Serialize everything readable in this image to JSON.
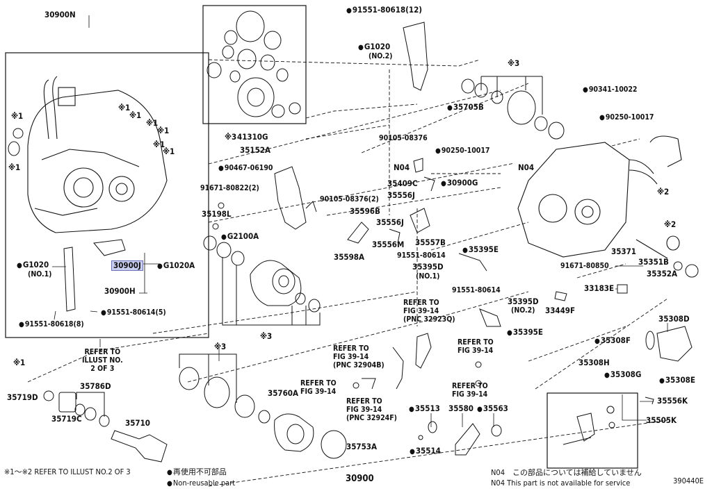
{
  "diagram_id": "390440E",
  "assembly_number": "30900",
  "parts": {
    "p30900N": "30900N",
    "p30900J": "30900J",
    "p30900H": "30900H",
    "pG1020A": "G1020A",
    "pG1020_no1": "G1020",
    "pG1020_no1_sub": "(NO.1)",
    "p91551_80618_8": "91551-80618(8)",
    "p91551_80614_5": "91551-80614(5)",
    "p41310G": "41310G",
    "p35152A": "35152A",
    "p90467_06190": "90467-06190",
    "p91671_80822": "91671-80822(2)",
    "p35198L": "35198L",
    "pG2100A": "G2100A",
    "p91551_80618_12": "91551-80618(12)",
    "pG1020_no2": "G1020",
    "pG1020_no2_sub": "(NO.2)",
    "p35705B": "35705B",
    "p90105_08376": "90105-08376",
    "pN04_a": "N04",
    "p35409C": "35409C",
    "p35556J": "35556J",
    "p30900G": "30900G",
    "p90250_10017_a": "90250-10017",
    "p90105_08376_2": "90105-08376(2)",
    "p35596B": "35596B",
    "p35556J_b": "35556J",
    "p35556M": "35556M",
    "p35557B": "35557B",
    "p35598A": "35598A",
    "p91551_80614_a": "91551-80614",
    "p35395E_a": "35395E",
    "p35395D_no1": "35395D",
    "p35395D_no1_sub": "(NO.1)",
    "p91551_80614_b": "91551-80614",
    "p35395D_no2": "35395D",
    "p35395D_no2_sub": "(NO.2)",
    "p35395E_b": "35395E",
    "p33449F": "33449F",
    "pN04_b": "N04",
    "p90341_10022": "90341-10022",
    "p90250_10017_b": "90250-10017",
    "p35371": "35371",
    "p91671_80850": "91671-80850",
    "p35351B": "35351B",
    "p35352A": "35352A",
    "p33183E": "33183E",
    "p35308D": "35308D",
    "p35308F": "35308F",
    "p35308H": "35308H",
    "p35308G": "35308G",
    "p35308E": "35308E",
    "p35556K": "35556K",
    "p35505K": "35505K",
    "p35719D": "35719D",
    "p35786D": "35786D",
    "p35719C": "35719C",
    "p35710": "35710",
    "p35760A": "35760A",
    "p35753A": "35753A",
    "p35513": "35513",
    "p35580": "35580",
    "p35563": "35563",
    "p35514": "35514"
  },
  "marks": {
    "m1": "※1",
    "m2": "※2",
    "m3": "※3"
  },
  "references": {
    "illust": [
      "REFER TO",
      "ILLUST NO.",
      "2 OF 3"
    ],
    "fig_32923Q": [
      "REFER TO",
      "FIG 39-14",
      "(PNC 32923Q)"
    ],
    "fig_32904B": [
      "REFER TO",
      "FIG 39-14",
      "(PNC 32904B)"
    ],
    "fig_a": [
      "REFER TO",
      "FIG 39-14"
    ],
    "fig_b": [
      "REFER TO",
      "FIG 39-14"
    ],
    "fig_c": [
      "REFER TO",
      "FIG 39-14"
    ],
    "fig_32924F": [
      "REFER TO",
      "FIG 39-14",
      "(PNC 32924F)"
    ]
  },
  "footer": {
    "mark_note": "※1～※2 REFER TO ILLUST NO.2 OF 3",
    "nonreusable_jp": "再使用不可部品",
    "nonreusable_en": "Non-reusable part",
    "n04_jp": "N04　この部品については補給していません",
    "n04_en": "N04  This part is not available for service"
  }
}
